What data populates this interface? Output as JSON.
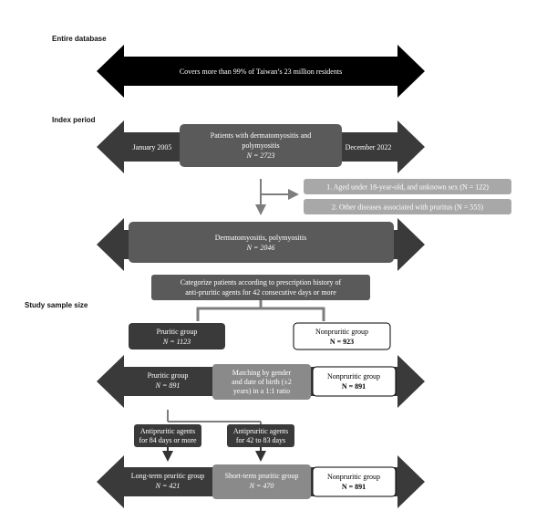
{
  "sections": {
    "entire_database": "Entire database",
    "index_period": "Index period",
    "study_sample_size": "Study sample size"
  },
  "banner1": {
    "text": "Covers more than 99% of Taiwan’s 23 million residents"
  },
  "banner2": {
    "left": "January 2005",
    "right": "December 2022",
    "center_l1": "Patients with dermatomyositis and",
    "center_l2": "polymyositis",
    "center_n": "N = 2723"
  },
  "exclusions": [
    "1. Aged under 18-year-old, and unknown sex (N = 122)",
    "2. Other diseases associated with pruritus (N = 555)"
  ],
  "banner3": {
    "l1": "Dermatomyositis, polymyositis",
    "n": "N = 2046"
  },
  "categorize": {
    "l1": "Categorize patients according to prescription history of",
    "l2": "anti-pruritic agents for 42 consecutive days or more"
  },
  "groups1": {
    "pruritic": "Pruritic group",
    "pruritic_n": "N = 1123",
    "nonpruritic": "Nonpruritic group",
    "nonpruritic_n": "N = 923"
  },
  "banner4": {
    "pruritic": "Pruritic group",
    "pruritic_n": "N = 891",
    "matching_l1": "Matching by gender",
    "matching_l2": "and date of birth (±2",
    "matching_l3": "years) in a 1:1 ratio",
    "nonpruritic": "Nonpruritic group",
    "nonpruritic_n": "N = 891"
  },
  "agents": {
    "a1_l1": "Antipruritic agents",
    "a1_l2": "for 84 days or more",
    "a2_l1": "Antipruritic agents",
    "a2_l2": "for 42 to 83 days"
  },
  "banner5": {
    "long": "Long-term pruritic group",
    "long_n": "N = 421",
    "short": "Short-term pruritic group",
    "short_n": "N = 470",
    "nonpruritic": "Nonpruritic group",
    "nonpruritic_n": "N = 891"
  }
}
